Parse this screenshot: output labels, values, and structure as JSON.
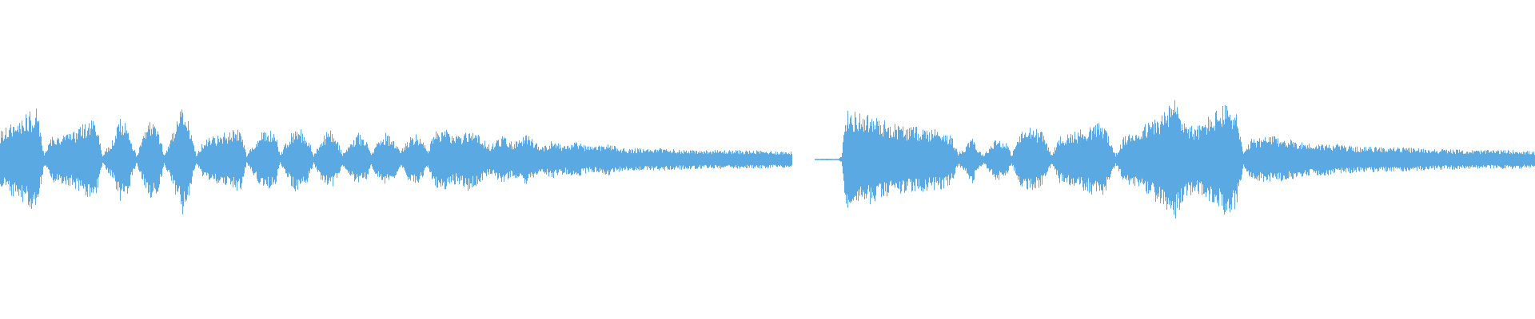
{
  "waveform": {
    "color": "#5aa9e2",
    "background": "#ffffff",
    "segments": [
      {
        "envelope": [
          [
            0,
            0.36
          ],
          [
            20,
            0.5
          ],
          [
            45,
            0.66
          ],
          [
            55,
            0.08
          ],
          [
            65,
            0.3
          ],
          [
            90,
            0.34
          ],
          [
            110,
            0.5
          ],
          [
            120,
            0.48
          ],
          [
            128,
            0.06
          ],
          [
            140,
            0.25
          ],
          [
            150,
            0.52
          ],
          [
            160,
            0.42
          ],
          [
            170,
            0.05
          ],
          [
            180,
            0.34
          ],
          [
            190,
            0.54
          ],
          [
            198,
            0.4
          ],
          [
            205,
            0.06
          ],
          [
            215,
            0.34
          ],
          [
            228,
            0.7
          ],
          [
            235,
            0.5
          ],
          [
            245,
            0.06
          ],
          [
            255,
            0.26
          ],
          [
            270,
            0.3
          ],
          [
            285,
            0.36
          ],
          [
            300,
            0.42
          ],
          [
            308,
            0.06
          ],
          [
            320,
            0.26
          ],
          [
            332,
            0.4
          ],
          [
            345,
            0.32
          ],
          [
            350,
            0.06
          ],
          [
            360,
            0.28
          ],
          [
            372,
            0.44
          ],
          [
            385,
            0.28
          ],
          [
            392,
            0.06
          ],
          [
            400,
            0.24
          ],
          [
            412,
            0.4
          ],
          [
            422,
            0.24
          ],
          [
            428,
            0.07
          ],
          [
            438,
            0.22
          ],
          [
            448,
            0.34
          ],
          [
            458,
            0.26
          ],
          [
            464,
            0.08
          ],
          [
            472,
            0.24
          ],
          [
            482,
            0.34
          ],
          [
            494,
            0.24
          ],
          [
            500,
            0.1
          ],
          [
            510,
            0.26
          ],
          [
            520,
            0.34
          ],
          [
            528,
            0.24
          ],
          [
            535,
            0.1
          ],
          [
            542,
            0.34
          ],
          [
            555,
            0.4
          ],
          [
            572,
            0.3
          ],
          [
            585,
            0.4
          ],
          [
            600,
            0.3
          ],
          [
            612,
            0.18
          ],
          [
            628,
            0.3
          ],
          [
            640,
            0.22
          ],
          [
            660,
            0.32
          ],
          [
            676,
            0.16
          ],
          [
            690,
            0.24
          ],
          [
            706,
            0.18
          ],
          [
            720,
            0.22
          ],
          [
            740,
            0.16
          ],
          [
            760,
            0.2
          ],
          [
            780,
            0.14
          ],
          [
            800,
            0.14
          ],
          [
            830,
            0.14
          ],
          [
            870,
            0.12
          ],
          [
            920,
            0.12
          ],
          [
            970,
            0.11
          ],
          [
            990,
            0.1
          ]
        ]
      },
      {
        "envelope": [
          [
            1019,
            0.01
          ],
          [
            1040,
            0.01
          ],
          [
            1048,
            0.01
          ],
          [
            1052,
            0.04
          ],
          [
            1058,
            0.62
          ],
          [
            1080,
            0.6
          ],
          [
            1100,
            0.52
          ],
          [
            1125,
            0.44
          ],
          [
            1140,
            0.42
          ],
          [
            1160,
            0.4
          ],
          [
            1180,
            0.38
          ],
          [
            1190,
            0.3
          ],
          [
            1198,
            0.08
          ],
          [
            1208,
            0.18
          ],
          [
            1215,
            0.34
          ],
          [
            1222,
            0.14
          ],
          [
            1230,
            0.06
          ],
          [
            1245,
            0.28
          ],
          [
            1258,
            0.22
          ],
          [
            1265,
            0.06
          ],
          [
            1275,
            0.34
          ],
          [
            1290,
            0.42
          ],
          [
            1305,
            0.34
          ],
          [
            1315,
            0.06
          ],
          [
            1325,
            0.3
          ],
          [
            1345,
            0.36
          ],
          [
            1365,
            0.44
          ],
          [
            1380,
            0.48
          ],
          [
            1395,
            0.06
          ],
          [
            1405,
            0.28
          ],
          [
            1430,
            0.44
          ],
          [
            1450,
            0.56
          ],
          [
            1470,
            0.78
          ],
          [
            1480,
            0.52
          ],
          [
            1495,
            0.4
          ],
          [
            1510,
            0.54
          ],
          [
            1530,
            0.7
          ],
          [
            1545,
            0.66
          ],
          [
            1555,
            0.08
          ],
          [
            1565,
            0.26
          ],
          [
            1590,
            0.3
          ],
          [
            1610,
            0.26
          ],
          [
            1640,
            0.2
          ],
          [
            1670,
            0.2
          ],
          [
            1700,
            0.16
          ],
          [
            1740,
            0.16
          ],
          [
            1780,
            0.14
          ],
          [
            1840,
            0.12
          ],
          [
            1900,
            0.12
          ],
          [
            1920,
            0.1
          ]
        ]
      }
    ]
  }
}
